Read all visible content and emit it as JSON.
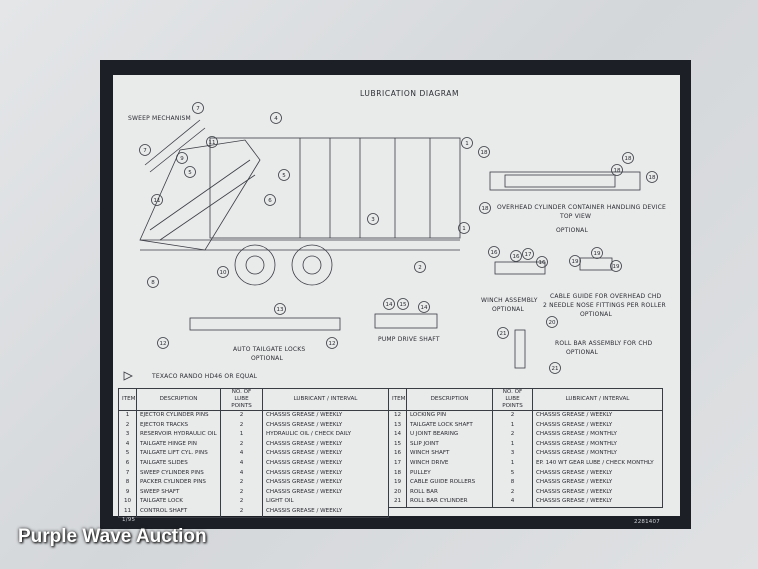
{
  "title": "LUBRICATION DIAGRAM",
  "labels": {
    "sweep": "SWEEP MECHANISM",
    "overhead": "OVERHEAD CYLINDER CONTAINER HANDLING DEVICE",
    "top_view": "TOP VIEW",
    "optional": "OPTIONAL",
    "winch": "WINCH ASSEMBLY",
    "cable_guide": "CABLE GUIDE FOR OVERHEAD CHD",
    "cable_fittings": "2 NEEDLE NOSE FITTINGS PER ROLLER",
    "roll_bar": "ROLL BAR ASSEMBLY FOR CHD",
    "auto_tailgate": "AUTO TAILGATE LOCKS",
    "pump_drive": "PUMP DRIVE SHAFT",
    "texaco_note": "TEXACO RANDO HD46 OR EQUAL"
  },
  "callouts": [
    "7",
    "7",
    "9",
    "11",
    "4",
    "5",
    "6",
    "5",
    "11",
    "1",
    "3",
    "1",
    "2",
    "8",
    "10",
    "18",
    "18",
    "18",
    "18",
    "18",
    "16",
    "16",
    "17",
    "16",
    "19",
    "19",
    "19",
    "20",
    "21",
    "21",
    "13",
    "12",
    "12",
    "14",
    "15",
    "14"
  ],
  "table_headers": {
    "item": "ITEM",
    "description": "DESCRIPTION",
    "points": "NO. OF LUBE POINTS",
    "lubricant": "LUBRICANT / INTERVAL"
  },
  "table_left": [
    {
      "item": "1",
      "description": "EJECTOR CYLINDER PINS",
      "points": "2",
      "lubricant": "CHASSIS GREASE / WEEKLY"
    },
    {
      "item": "2",
      "description": "EJECTOR TRACKS",
      "points": "2",
      "lubricant": "CHASSIS GREASE / WEEKLY"
    },
    {
      "item": "3",
      "description": "RESERVOIR HYDRAULIC OIL",
      "points": "1",
      "lubricant": "HYDRAULIC OIL / CHECK DAILY"
    },
    {
      "item": "4",
      "description": "TAILGATE HINGE PIN",
      "points": "2",
      "lubricant": "CHASSIS GREASE / WEEKLY"
    },
    {
      "item": "5",
      "description": "TAILGATE LIFT CYL. PINS",
      "points": "4",
      "lubricant": "CHASSIS GREASE / WEEKLY"
    },
    {
      "item": "6",
      "description": "TAILGATE SLIDES",
      "points": "4",
      "lubricant": "CHASSIS GREASE / WEEKLY"
    },
    {
      "item": "7",
      "description": "SWEEP CYLINDER PINS",
      "points": "4",
      "lubricant": "CHASSIS GREASE / WEEKLY"
    },
    {
      "item": "8",
      "description": "PACKER CYLINDER PINS",
      "points": "2",
      "lubricant": "CHASSIS GREASE / WEEKLY"
    },
    {
      "item": "9",
      "description": "SWEEP SHAFT",
      "points": "2",
      "lubricant": "CHASSIS GREASE / WEEKLY"
    },
    {
      "item": "10",
      "description": "TAILGATE LOCK",
      "points": "2",
      "lubricant": "LIGHT OIL"
    },
    {
      "item": "11",
      "description": "CONTROL SHAFT",
      "points": "2",
      "lubricant": "CHASSIS GREASE / WEEKLY"
    }
  ],
  "table_right": [
    {
      "item": "12",
      "description": "LOCKING PIN",
      "points": "2",
      "lubricant": "CHASSIS GREASE / WEEKLY"
    },
    {
      "item": "13",
      "description": "TAILGATE LOCK SHAFT",
      "points": "1",
      "lubricant": "CHASSIS GREASE / WEEKLY"
    },
    {
      "item": "14",
      "description": "U JOINT BEARING",
      "points": "2",
      "lubricant": "CHASSIS GREASE / MONTHLY"
    },
    {
      "item": "15",
      "description": "SLIP JOINT",
      "points": "1",
      "lubricant": "CHASSIS GREASE / MONTHLY"
    },
    {
      "item": "16",
      "description": "WINCH SHAFT",
      "points": "3",
      "lubricant": "CHASSIS GREASE / MONTHLY"
    },
    {
      "item": "17",
      "description": "WINCH DRIVE",
      "points": "1",
      "lubricant": "EP. 140 WT GEAR LUBE / CHECK MONTHLY"
    },
    {
      "item": "18",
      "description": "PULLEY",
      "points": "5",
      "lubricant": "CHASSIS GREASE / WEEKLY"
    },
    {
      "item": "19",
      "description": "CABLE GUIDE ROLLERS",
      "points": "8",
      "lubricant": "CHASSIS GREASE / WEEKLY"
    },
    {
      "item": "20",
      "description": "ROLL BAR",
      "points": "2",
      "lubricant": "CHASSIS GREASE / WEEKLY"
    },
    {
      "item": "21",
      "description": "ROLL BAR CYLINDER",
      "points": "4",
      "lubricant": "CHASSIS GREASE / WEEKLY"
    }
  ],
  "footer": {
    "date": "1/95",
    "part_number": "2281407"
  },
  "watermark": "Purple Wave Auction"
}
